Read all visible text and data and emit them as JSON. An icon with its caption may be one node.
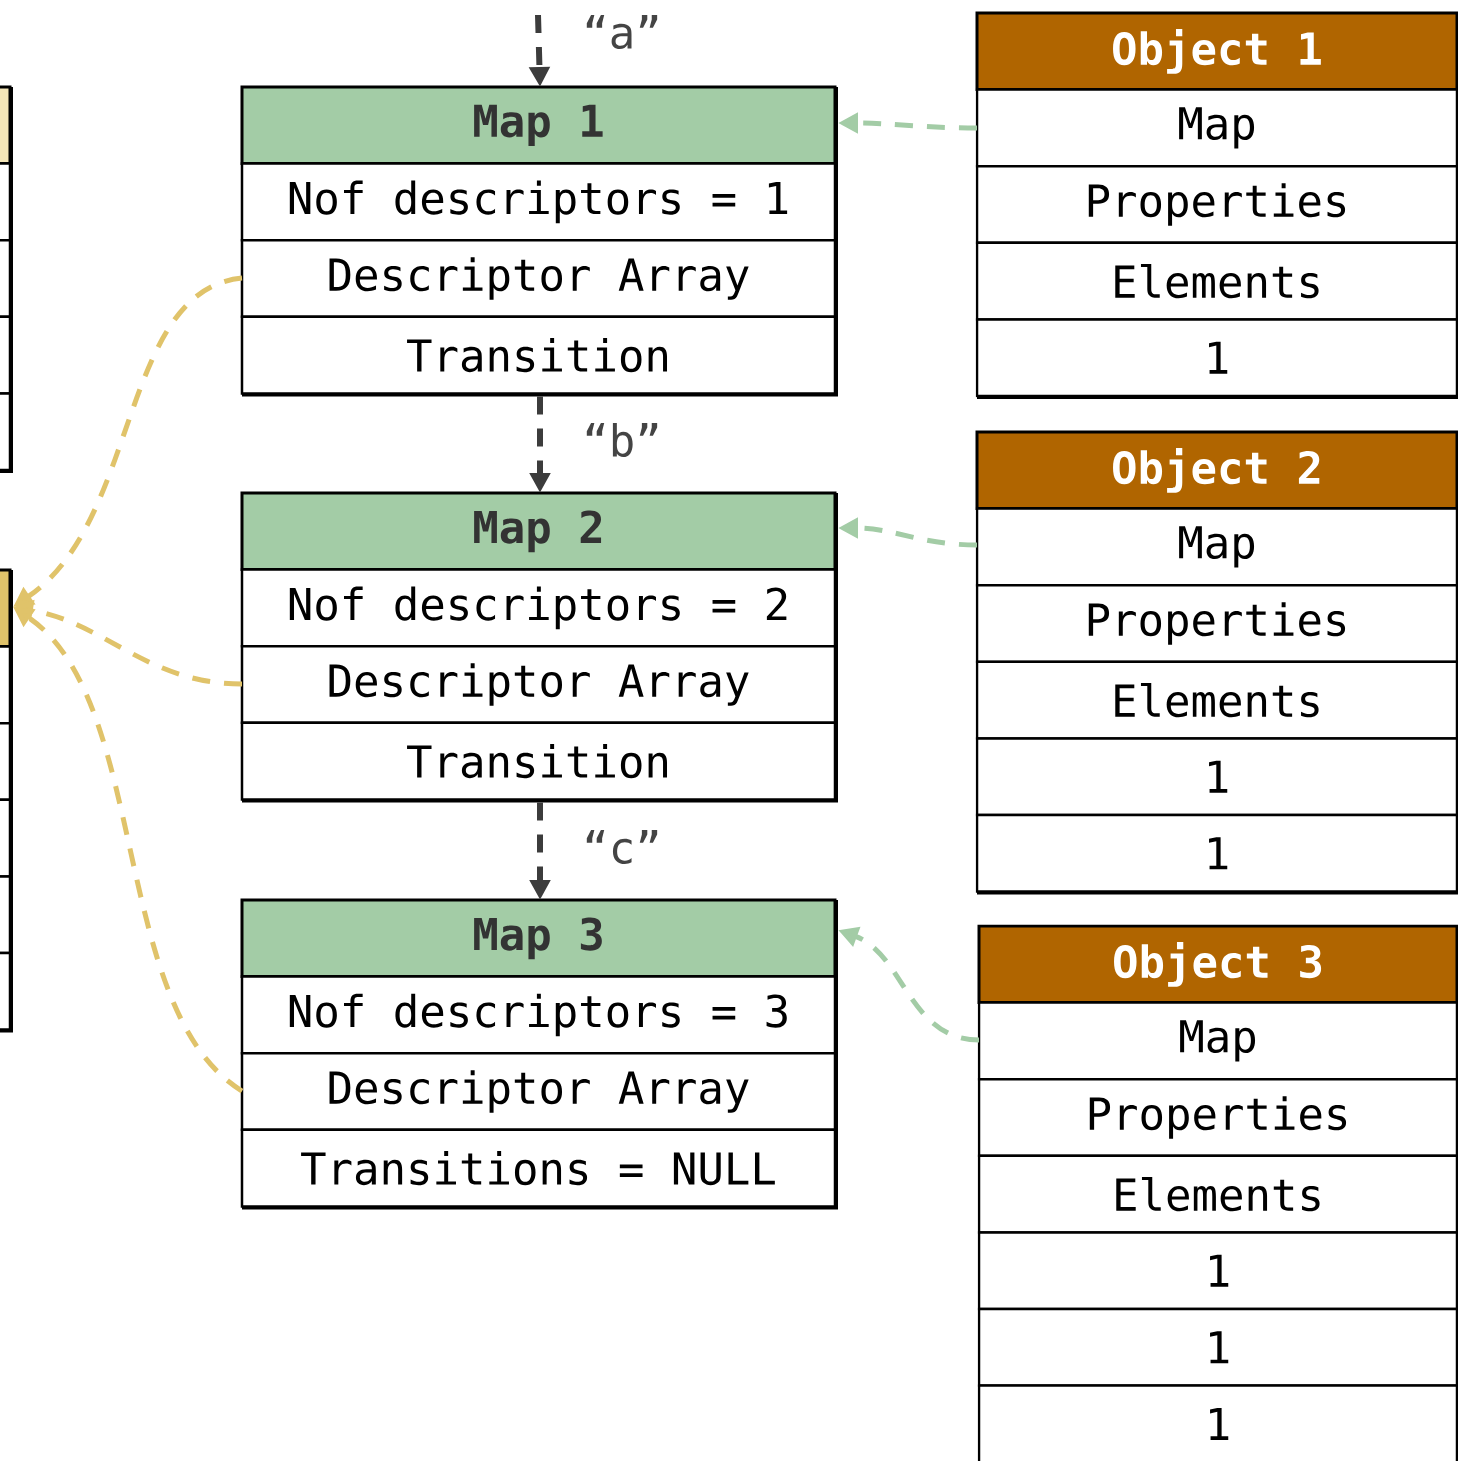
{
  "diagram": {
    "nodes": [
      {
        "text": [],
        "shape": "box"
      },
      {
        "text": [],
        "shape": "box"
      },
      {
        "text": [
          "Map 1",
          "Nof descriptors = 1",
          "Descriptor Array",
          "Transition"
        ]
      },
      {
        "text": [
          "Object 1",
          "Map",
          "Properties",
          "Elements",
          "1"
        ]
      },
      {
        "text": [
          "Map 2",
          "Nof descriptors = 2",
          "Descriptor Array",
          "Transition"
        ]
      },
      {
        "text": [
          "Object 2",
          "Map",
          "Properties",
          "Elements",
          "1",
          "1"
        ]
      },
      {
        "text": [
          "Map 3",
          "Nof descriptors = 3",
          "Descriptor Array",
          "Transitions = NULL"
        ]
      },
      {
        "text": [
          "Object 3",
          "Map",
          "Properties",
          "Elements",
          "1",
          "1",
          "1"
        ]
      }
    ],
    "edges": [
      {
        "from": null,
        "to": 2,
        "arrow": "to",
        "label": "“a”",
        "style": "dashed",
        "color": "#3c3c3c"
      },
      {
        "from": 2,
        "to": 4,
        "arrow": "to",
        "label": "“b”",
        "style": "dashed",
        "color": "#3c3c3c"
      },
      {
        "from": 4,
        "to": 6,
        "arrow": "to",
        "label": "“c”",
        "style": "dashed",
        "color": "#3c3c3c"
      },
      {
        "from": 3,
        "to": 2,
        "arrow": "to",
        "style": "dashed",
        "color": "#a3cca6"
      },
      {
        "from": 5,
        "to": 4,
        "arrow": "to",
        "style": "dashed",
        "color": "#a3cca6"
      },
      {
        "from": 7,
        "to": 6,
        "arrow": "to",
        "style": "dashed",
        "color": "#a3cca6"
      },
      {
        "from": 2,
        "to": 1,
        "arrow": "to",
        "style": "dashed",
        "color": "#e0c36a"
      },
      {
        "from": 4,
        "to": 1,
        "arrow": "to",
        "style": "dashed",
        "color": "#e0c36a"
      },
      {
        "from": 6,
        "to": 1,
        "arrow": "to",
        "style": "dashed",
        "color": "#e0c36a"
      }
    ]
  }
}
